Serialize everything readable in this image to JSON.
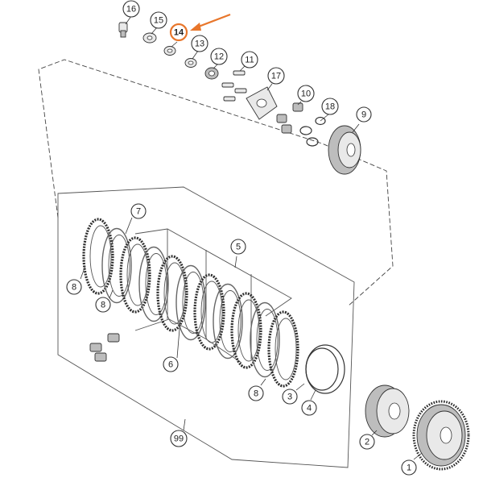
{
  "diagram": {
    "callouts": [
      {
        "id": "c16",
        "label": "16",
        "highlight": false
      },
      {
        "id": "c15",
        "label": "15",
        "highlight": false
      },
      {
        "id": "c14",
        "label": "14",
        "highlight": true
      },
      {
        "id": "c13",
        "label": "13",
        "highlight": false
      },
      {
        "id": "c12",
        "label": "12",
        "highlight": false
      },
      {
        "id": "c11",
        "label": "11",
        "highlight": false
      },
      {
        "id": "c17",
        "label": "17",
        "highlight": false
      },
      {
        "id": "c10",
        "label": "10",
        "highlight": false
      },
      {
        "id": "c18",
        "label": "18",
        "highlight": false
      },
      {
        "id": "c9",
        "label": "9",
        "highlight": false
      },
      {
        "id": "c7",
        "label": "7",
        "highlight": false
      },
      {
        "id": "c5",
        "label": "5",
        "highlight": false
      },
      {
        "id": "c8a",
        "label": "8",
        "highlight": false
      },
      {
        "id": "c8b",
        "label": "8",
        "highlight": false
      },
      {
        "id": "c6",
        "label": "6",
        "highlight": false
      },
      {
        "id": "c8c",
        "label": "8",
        "highlight": false
      },
      {
        "id": "c3",
        "label": "3",
        "highlight": false
      },
      {
        "id": "c4",
        "label": "4",
        "highlight": false
      },
      {
        "id": "c99",
        "label": "99",
        "highlight": false
      },
      {
        "id": "c2",
        "label": "2",
        "highlight": false
      },
      {
        "id": "c1",
        "label": "1",
        "highlight": false
      }
    ],
    "highlight_color": "#e8762b"
  }
}
